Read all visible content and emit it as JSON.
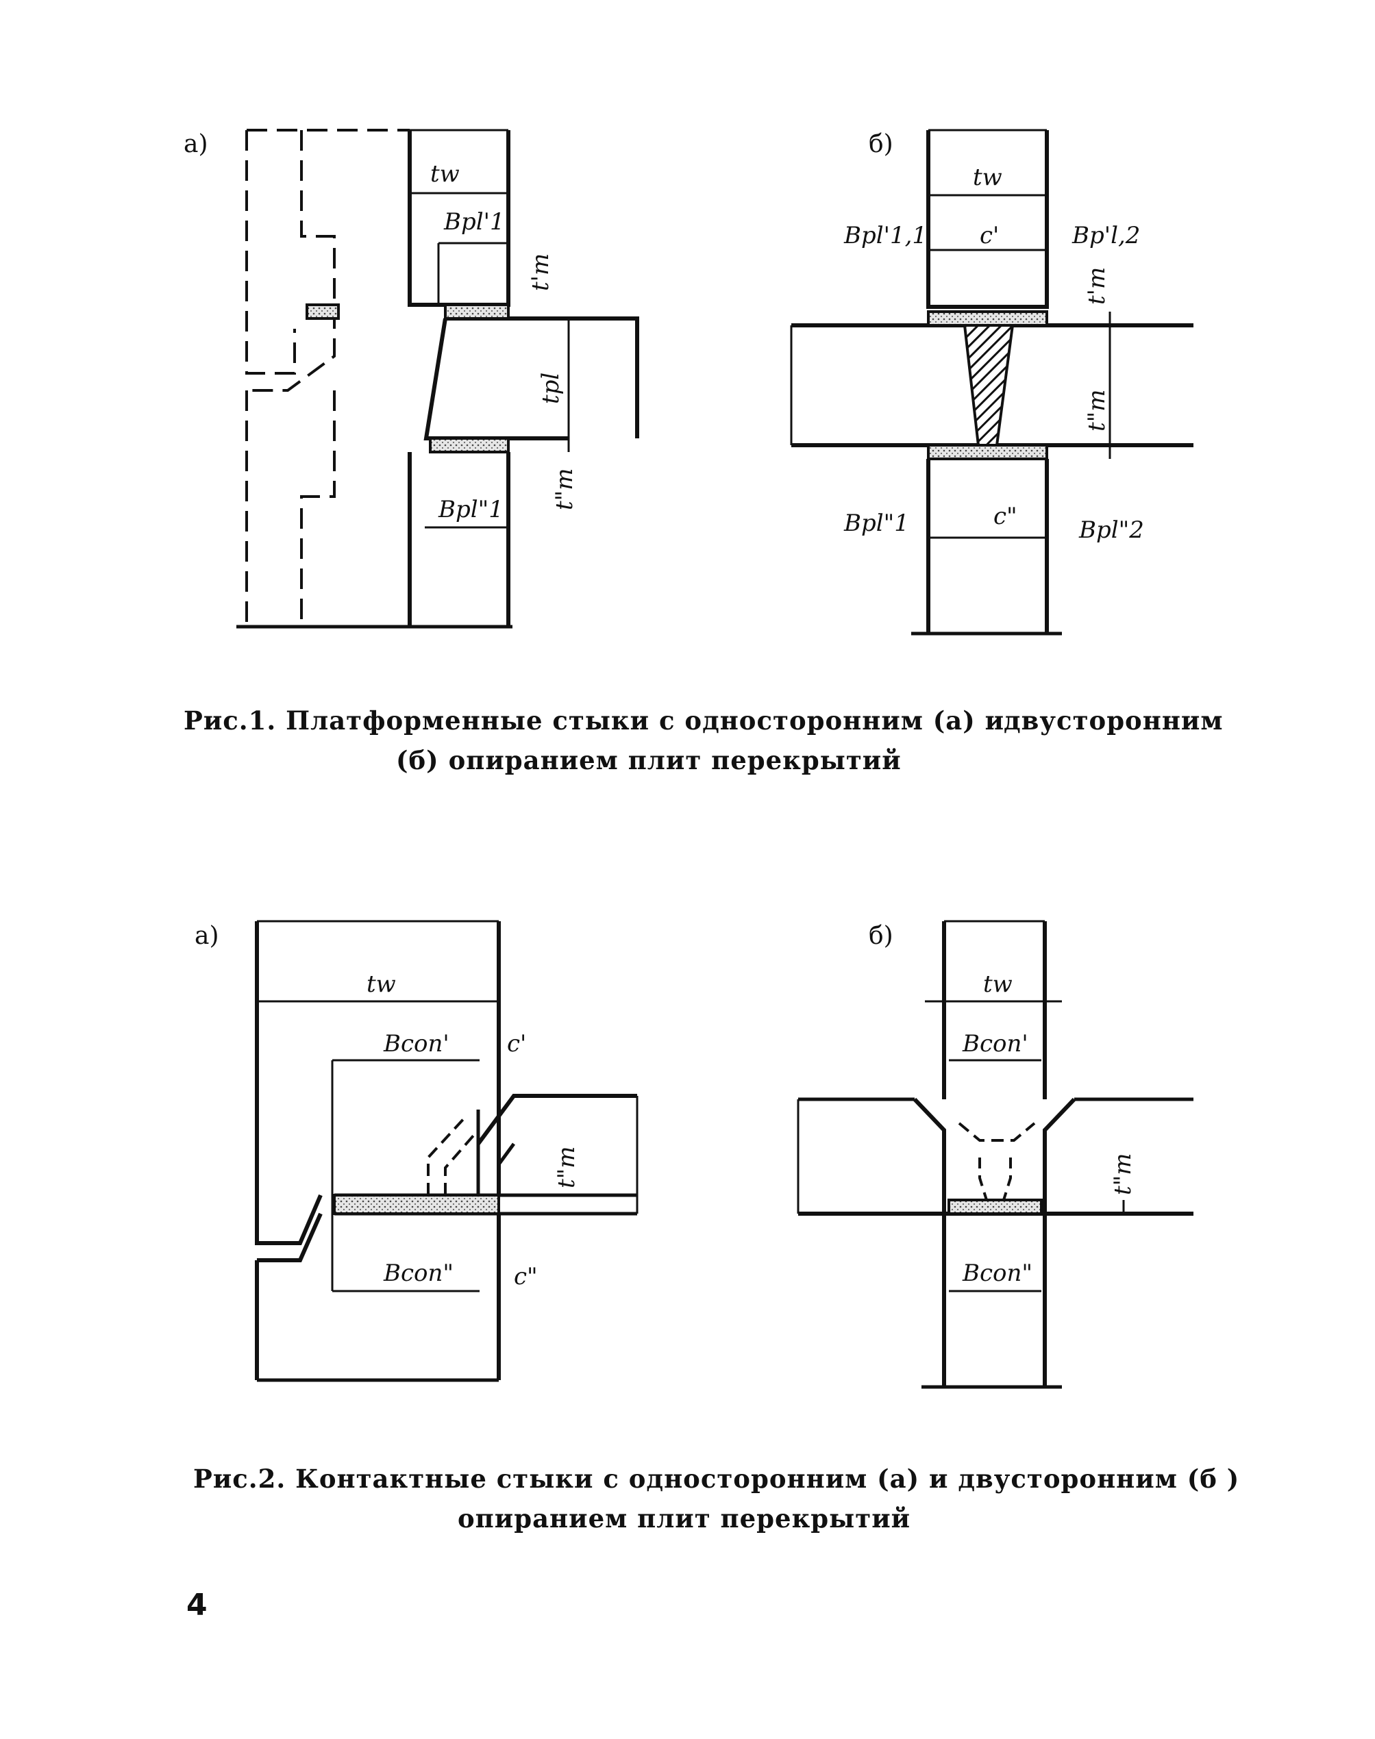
{
  "figure1": {
    "panel_a": "а)",
    "panel_b": "б)",
    "caption_line1": "Рис.1. Платформенные стыки с односторонним (а) и",
    "caption_line1_tail": "двусторонним",
    "caption_line2": "(б) опиранием плит перекрытий",
    "labels_a": {
      "tw": "tw",
      "bpl1_top": "Bpl'1",
      "tm_top": "t'm",
      "tpl": "tpl",
      "tm_bot": "t\"m",
      "bpl1_bot": "Bpl\"1"
    },
    "labels_b": {
      "tw": "tw",
      "bpl11_top": "Bpl'1,1",
      "c_top": "c'",
      "bpl12_top": "Bp'l,2",
      "tm_top": "t'm",
      "tm_mid": "t\"m",
      "bpl11_bot": "Bpl\"1",
      "c_bot": "c\"",
      "bpl12_bot": "Bpl\"2"
    }
  },
  "figure2": {
    "panel_a": "а)",
    "panel_b": "б)",
    "caption_line1": "Рис.2. Контактные стыки с односторонним (а) и двусторонним (б )",
    "caption_line2": "опиранием плит перекрытий",
    "labels_a": {
      "tw": "tw",
      "bcon_top": "Bcon'",
      "c_top": "c'",
      "tm": "t\"m",
      "bcon_bot": "Bcon\"",
      "c_bot": "c\""
    },
    "labels_b": {
      "tw": "tw",
      "bcon_top": "Bcon'",
      "tm": "t\"m",
      "bcon_bot": "Bcon\""
    }
  },
  "page_number": "4",
  "colors": {
    "ink": "#111111",
    "fill": "#d8d8d8",
    "background": "#ffffff"
  }
}
